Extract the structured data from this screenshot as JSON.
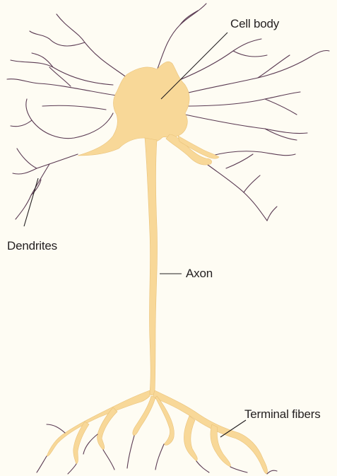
{
  "diagram": {
    "labels": {
      "cell_body": "Cell body",
      "dendrites": "Dendrites",
      "axon": "Axon",
      "terminal_fibers": "Terminal fibers"
    },
    "colors": {
      "background": "#fefcf3",
      "cytoplasm": "#f8d898",
      "dendrite_line": "#5a3a52",
      "text": "#231f20"
    }
  }
}
